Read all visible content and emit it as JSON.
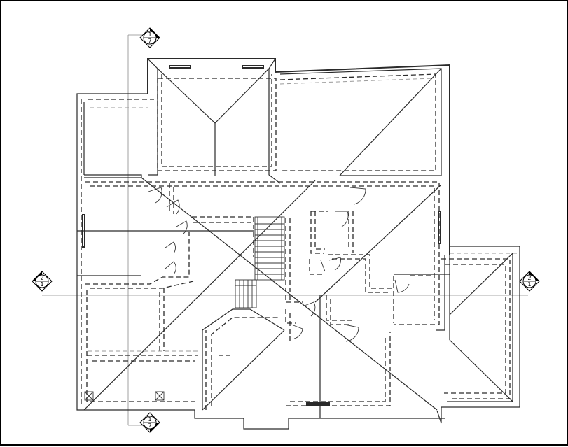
{
  "section_markers": [
    {
      "id": "section-top",
      "number": "1",
      "sheet": "7"
    },
    {
      "id": "section-bottom",
      "number": "1",
      "sheet": "7"
    },
    {
      "id": "section-left",
      "number": "2",
      "sheet": "1"
    },
    {
      "id": "section-right",
      "number": "2",
      "sheet": "1"
    }
  ],
  "colors": {
    "line": "#2a2a2a",
    "hidden_line": "#9a9a9a",
    "background": "#ffffff"
  }
}
